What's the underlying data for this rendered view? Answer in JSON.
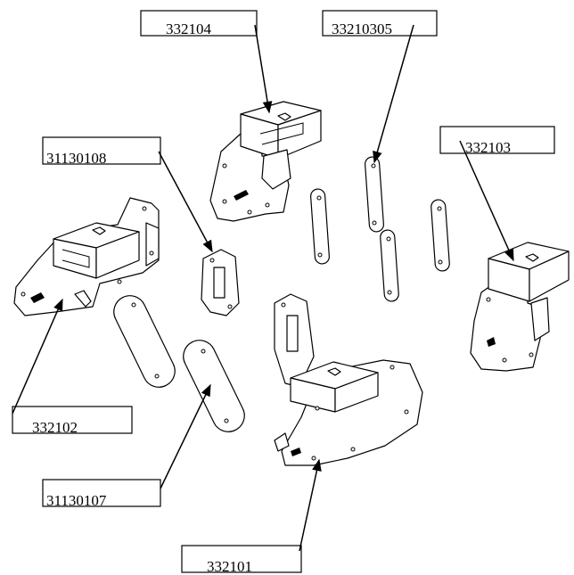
{
  "labels": {
    "part_332104": "332104",
    "part_33210305": "33210305",
    "part_31130108": "31130108",
    "part_332103": "332103",
    "part_332102": "332102",
    "part_31130107": "31130107",
    "part_332101": "332101"
  },
  "colors": {
    "ink": "#000000",
    "paper": "#ffffff"
  }
}
